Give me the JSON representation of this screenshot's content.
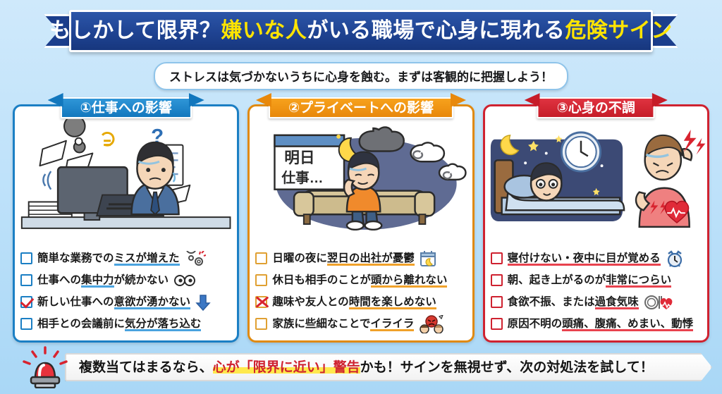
{
  "title": {
    "part1": "もしかして限界？",
    "highlight1": "嫌いな人",
    "part2": "がいる職場で心身に現れる",
    "highlight2": "危険サイン"
  },
  "subtitle": "ストレスは気づかないうちに心身を蝕む。まずは客観的に把握しよう！",
  "colors": {
    "panel1": "#1b7fc4",
    "panel2": "#e08a10",
    "panel3": "#cf2230",
    "title_bg": "#1b3e8c",
    "title_highlight": "#ffe400",
    "background": "#bfe2fa",
    "alert_highlight": "#ffe94d"
  },
  "panels": [
    {
      "heading": "①仕事への影響",
      "illustration": "stressed-office-worker-at-desk",
      "items": [
        {
          "mark": "empty",
          "pre": "簡単な業務での",
          "underline": "ミスが増えた",
          "post": "",
          "icon": "gears-icon"
        },
        {
          "mark": "empty",
          "pre": "仕事への",
          "underline": "集中力",
          "post": "が続かない",
          "icon": "tired-eyes-icon"
        },
        {
          "mark": "checked",
          "pre": "新しい仕事への",
          "underline": "意欲が湧かない",
          "post": "",
          "icon": "down-arrow-icon"
        },
        {
          "mark": "empty",
          "pre": "相手との会議前に",
          "underline": "気分が落ち込む",
          "post": "",
          "icon": ""
        }
      ]
    },
    {
      "heading": "②プライベートへの影響",
      "illustration": "depressed-man-on-sofa-at-night",
      "items": [
        {
          "mark": "empty",
          "pre": "日曜の夜に",
          "underline": "翌日の出社が憂鬱",
          "post": "",
          "icon": "calendar-moon-icon"
        },
        {
          "mark": "empty",
          "pre": "休日も相手のことが",
          "underline": "頭から離れない",
          "post": "",
          "icon": ""
        },
        {
          "mark": "cross",
          "pre": "趣味や友人との",
          "underline": "時間を楽しめない",
          "post": "",
          "icon": ""
        },
        {
          "mark": "empty",
          "pre": "家族に些細なことで",
          "underline": "イライラ",
          "post": "",
          "icon": "angry-family-icon"
        }
      ]
    },
    {
      "heading": "③心身の不調",
      "illustration": "insomnia-in-bed-and-woman-with-headache",
      "items": [
        {
          "mark": "empty",
          "pre": "",
          "underline": "寝付けない・夜中に目が覚める",
          "post": "",
          "icon": "alarm-clock-icon"
        },
        {
          "mark": "empty",
          "pre": "朝、起き上がるのが",
          "underline": "非常につらい",
          "post": "",
          "icon": ""
        },
        {
          "mark": "empty",
          "pre": "食欲不振、または",
          "underline": "過食気味",
          "post": "",
          "icon": "plate-heartbeat-icon"
        },
        {
          "mark": "empty",
          "pre": "原因不明の",
          "underline": "頭痛、腹痛、めまい、動悸",
          "post": "",
          "icon": ""
        }
      ]
    }
  ],
  "bottom": {
    "icon": "alert-siren-icon",
    "pre": "複数当てはまるなら、",
    "highlight": "心が「限界に近い」警告",
    "post": "かも！サインを無視せず、次の対処法を試して！"
  }
}
